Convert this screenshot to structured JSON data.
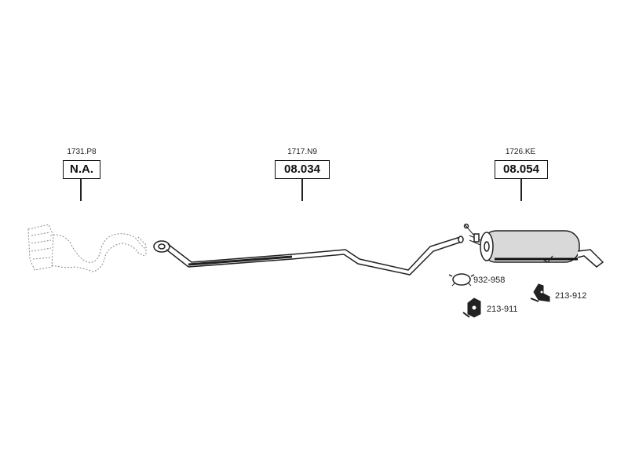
{
  "sections": [
    {
      "ref": "1731.P8",
      "part": "N.A."
    },
    {
      "ref": "1717.N9",
      "part": "08.034"
    },
    {
      "ref": "1726.KE",
      "part": "08.054"
    }
  ],
  "accessories": [
    {
      "label": "932-958",
      "icon": "clamp-icon"
    },
    {
      "label": "213-911",
      "icon": "rubber-mount-icon"
    },
    {
      "label": "213-912",
      "icon": "bracket-mount-icon"
    }
  ],
  "colors": {
    "line": "#222222",
    "dashed": "#888888",
    "muffler_fill": "#d9d9d9"
  }
}
